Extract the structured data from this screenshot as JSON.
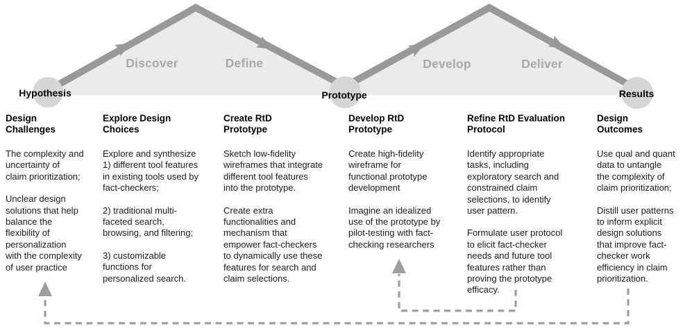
{
  "diagram": {
    "phases": [
      {
        "label": "Discover"
      },
      {
        "label": "Define"
      },
      {
        "label": "Develop"
      },
      {
        "label": "Deliver"
      }
    ],
    "milestones": [
      {
        "label": "Hypothesis"
      },
      {
        "label": "Prototype"
      },
      {
        "label": "Results"
      }
    ],
    "colors": {
      "diamond-fill": "#ebebeb",
      "line-gray": "#999999",
      "circle-gray": "#d6d6d6",
      "phase-label": "#a8a8a8",
      "dashed-arrow": "#9e9e9e",
      "text": "#1a1a1a"
    }
  },
  "columns": [
    {
      "heading": "Design\nChallenges",
      "paragraphs": [
        "The complexity and\nuncertainty of\nclaim prioritization;",
        "Unclear design\nsolutions that help\nbalance the\nflexibility of\npersonalization\nwith the complexity\nof user practice"
      ]
    },
    {
      "heading": "Explore Design\nChoices",
      "paragraphs": [
        "Explore and synthesize\n1) different tool features\nin existing tools used by\nfact-checkers;",
        "2) traditional multi-\nfaceted search,\nbrowsing, and filtering;",
        "3) customizable\nfunctions for\npersonalized search."
      ]
    },
    {
      "heading": "Create RtD\nPrototype",
      "paragraphs": [
        "Sketch low-fidelity\nwireframes that integrate\ndifferent tool features\ninto the prototype.",
        "Create extra\nfunctionalities and\nmechanism that\nempower fact-checkers\nto dynamically use these\nfeatures for search and\nclaim selections."
      ]
    },
    {
      "heading": "Develop RtD\nPrototype",
      "paragraphs": [
        "Create high-fidelity\nwireframe for\nfunctional prototype\ndevelopment",
        "Imagine an idealized\nuse of the prototype by\npilot-testing with fact-\nchecking researchers"
      ]
    },
    {
      "heading": "Refine RtD Evaluation\nProtocol",
      "paragraphs": [
        "Identify appropriate\ntasks, including\nexploratory search and\nconstrained claim\nselections, to identify\nuser pattern.",
        "Formulate user protocol\nto elicit fact-checker\nneeds and future tool\nfeatures rather than\nproving the prototype\nefficacy."
      ]
    },
    {
      "heading": "Design\nOutcomes",
      "paragraphs": [
        "Use qual and quant\ndata to untangle\nthe complexity of\nclaim prioritization;",
        "Distill user patterns\nto inform explicit\ndesign solutions\nthat improve fact-\nchecker work\nefficiency in claim\nprioritization."
      ]
    }
  ]
}
